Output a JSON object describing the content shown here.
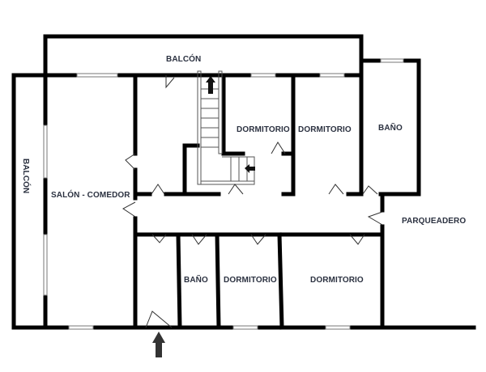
{
  "diagram": {
    "type": "floor-plan",
    "colors": {
      "wall": "#000000",
      "window": "#ffffff",
      "text": "#2b3140",
      "stairs": "#555555",
      "entry_arrow": "#333333"
    },
    "rooms": [
      {
        "id": "balcon-top",
        "label": "BALCÓN"
      },
      {
        "id": "balcon-left",
        "label": "BALCÓN"
      },
      {
        "id": "salon-comedor",
        "label": "SALÓN - COMEDOR"
      },
      {
        "id": "dormitorio-1",
        "label": "DORMITORIO"
      },
      {
        "id": "dormitorio-2",
        "label": "DORMITORIO"
      },
      {
        "id": "bano-top",
        "label": "BAÑO"
      },
      {
        "id": "parqueadero",
        "label": "PARQUEADERO"
      },
      {
        "id": "bano-bottom",
        "label": "BAÑO"
      },
      {
        "id": "dormitorio-3",
        "label": "DORMITORIO"
      },
      {
        "id": "dormitorio-4",
        "label": "DORMITORIO"
      }
    ],
    "symbols": [
      {
        "id": "stairs-up-arrow",
        "icon": "arrow-up-icon"
      },
      {
        "id": "stairs-left-arrow",
        "icon": "arrow-left-icon"
      },
      {
        "id": "entry-arrow",
        "icon": "arrow-up-icon"
      }
    ]
  }
}
